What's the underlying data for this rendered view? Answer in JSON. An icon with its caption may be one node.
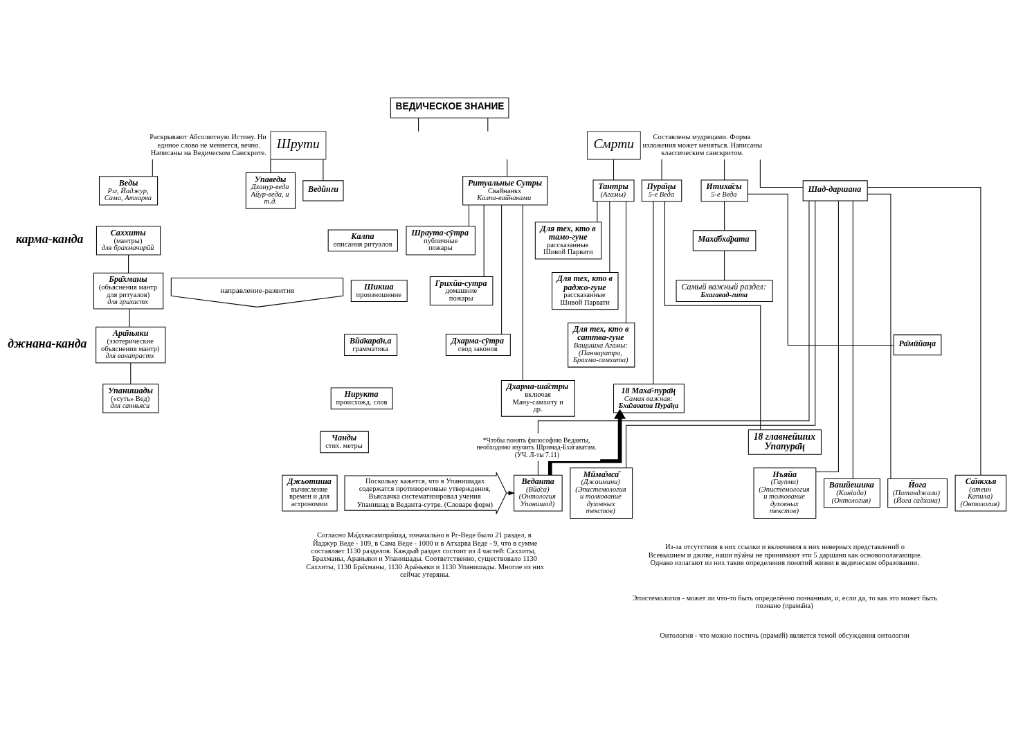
{
  "diagram": {
    "nodes": [
      {
        "text": [
          "ВЕДИЧЕСКОЕ ЗНАНИЕ"
        ]
      },
      {
        "text": [
          "Шрути"
        ],
        "beside": [
          "Раскрывают Абсолютную Истину. Ни единое слово не меняется, вечно. Написаны на Ведическом Санскрите."
        ]
      },
      {
        "text": [
          "Смрти"
        ],
        "beside": [
          "Составлены мудрецами. Форма изложения может меняться. Написаны классическим санскритом."
        ]
      },
      {
        "text": [
          "Веды",
          "Рıг, Йаджур, Сама, Атхарва"
        ]
      },
      {
        "text": [
          "Упаведы",
          "Дханур-веда Айур-веда, и т.д."
        ]
      },
      {
        "text": [
          "Ведйнги"
        ]
      },
      {
        "text": [
          "Ритуальные Сутры",
          "Свайнанкх",
          "Калпа-вай̄наками"
        ]
      },
      {
        "text": [
          "Тантры",
          "(Агамы)"
        ]
      },
      {
        "text": [
          "Пура̄ңы",
          "5-е Веда"
        ]
      },
      {
        "text": [
          "Итиха̄сы",
          "5-е Веда"
        ]
      },
      {
        "text": [
          "Шад-даршана"
        ]
      },
      {
        "text": [
          "Саххиты",
          "(мантры)",
          "для брахмачарӣй"
        ]
      },
      {
        "text": [
          "Бра̄хманы",
          "(объяснения мантр для ритуалов)",
          "для грихастх"
        ]
      },
      {
        "text": [
          "Ара̄ньяки",
          "(эзотерические объяснения мантр)",
          "для ванапрастх"
        ]
      },
      {
        "text": [
          "Упанишады",
          "(«суть» Вед)",
          "для санньяси"
        ]
      },
      {
        "text": [
          "направление-развития"
        ]
      },
      {
        "text": [
          "Калпа",
          "описания ритуалов"
        ]
      },
      {
        "text": [
          "Шикша",
          "произношение"
        ]
      },
      {
        "text": [
          "Вйа̄кара̄н,а",
          "грамматика"
        ]
      },
      {
        "text": [
          "Нирукта",
          "происхожд. слов"
        ]
      },
      {
        "text": [
          "Чанды",
          "стих. метры"
        ]
      },
      {
        "text": [
          "Джьотиша",
          "вычисление времен и для астрономии"
        ]
      },
      {
        "text": [
          "Шраута-сӯтра",
          "публичные пожары"
        ]
      },
      {
        "text": [
          "Грихйа-сутра",
          "домашние пожары"
        ]
      },
      {
        "text": [
          "Дхарма-сӯтра",
          "свод законов"
        ]
      },
      {
        "text": [
          "Дхарма-ша̄стры",
          "включая Ману-самхиту и др."
        ]
      },
      {
        "text": [
          "Для тех, кто в тамо-гуне",
          "рассказанные Шивой Парвати"
        ]
      },
      {
        "text": [
          "Для тех, кто в раджо-гуне",
          "рассказанные Шивой Парвати"
        ]
      },
      {
        "text": [
          "Для тех, кто в саттва-гуне",
          "Ващишха Агамы: (Панчаратра, Брахма-самхита)"
        ]
      },
      {
        "text": [
          "Маха̄бха̄рата"
        ]
      },
      {
        "text": [
          "Самый важный раздел:",
          "Бхагавад-гита"
        ]
      },
      {
        "text": [
          "Ра̄мӣйаңа"
        ]
      },
      {
        "text": [
          "18 Маха̄-пура̄ң",
          "Самая важная:",
          "Бха̄гавата Пура̄ңа"
        ]
      },
      {
        "text": [
          "18 главнейших Упапура̄ң"
        ]
      },
      {
        "text": [
          "Поскольку кажется, что в Упанишадах содержатся противоречивые утверждения, Вьясаачка систематизировал учения Упанишад в Веданта-сутре. (Словаре форм)"
        ]
      },
      {
        "text": [
          "Веданта",
          "(Вйа̄са)",
          "(Онтология Упанишад)"
        ]
      },
      {
        "text": [
          "Мӣма̄мса̄",
          "(Джаимини)",
          "(Эпистемология и толкование духовных текстов)"
        ]
      },
      {
        "text": [
          "Нъяйа",
          "(Гаупма)",
          "(Эпистемология и толкование духовных текстов)"
        ]
      },
      {
        "text": [
          "Вашйешика",
          "(Каніада)",
          "(Онтология)"
        ]
      },
      {
        "text": [
          "Йога",
          "(Патанджали)",
          "(Йога садхана)"
        ]
      },
      {
        "text": [
          "Са̄нкхья",
          "(атеин Капила)",
          "(Онтология)"
        ]
      }
    ],
    "edges": [
      {
        "from": 0,
        "to": 1,
        "arrow": "none"
      },
      {
        "from": 0,
        "to": 2,
        "arrow": "none"
      },
      {
        "from": 1,
        "to": 3,
        "arrow": "none"
      },
      {
        "from": 1,
        "to": 4,
        "arrow": "none"
      },
      {
        "from": 1,
        "to": 5,
        "arrow": "none"
      },
      {
        "from": 2,
        "to": 6,
        "arrow": "none"
      },
      {
        "from": 2,
        "to": 7,
        "arrow": "none"
      },
      {
        "from": 2,
        "to": 8,
        "arrow": "none"
      },
      {
        "from": 2,
        "to": 9,
        "arrow": "none"
      },
      {
        "from": 2,
        "to": 10,
        "arrow": "none"
      },
      {
        "from": 11,
        "to": 12,
        "arrow": "none"
      },
      {
        "from": 12,
        "to": 13,
        "arrow": "none"
      },
      {
        "from": 13,
        "to": 14,
        "arrow": "none"
      },
      {
        "from": 6,
        "to": 22,
        "arrow": "none"
      },
      {
        "from": 6,
        "to": 23,
        "arrow": "none"
      },
      {
        "from": 6,
        "to": 24,
        "arrow": "none"
      },
      {
        "from": 6,
        "to": 25,
        "arrow": "none"
      },
      {
        "from": 7,
        "to": 26,
        "arrow": "none"
      },
      {
        "from": 7,
        "to": 27,
        "arrow": "none"
      },
      {
        "from": 7,
        "to": 28,
        "arrow": "none"
      },
      {
        "from": 8,
        "to": 32,
        "arrow": "none"
      },
      {
        "from": 8,
        "to": 33,
        "arrow": "none"
      },
      {
        "from": 9,
        "to": 29,
        "arrow": "none"
      },
      {
        "from": 9,
        "to": 31,
        "arrow": "none"
      },
      {
        "from": 29,
        "to": 30,
        "arrow": "none"
      },
      {
        "from": 10,
        "to": 35,
        "arrow": "none"
      },
      {
        "from": 10,
        "to": 36,
        "arrow": "none"
      },
      {
        "from": 10,
        "to": 37,
        "arrow": "none"
      },
      {
        "from": 10,
        "to": 38,
        "arrow": "none"
      },
      {
        "from": 10,
        "to": 39,
        "arrow": "none"
      },
      {
        "from": 10,
        "to": 40,
        "arrow": "none"
      },
      {
        "from": 35,
        "to": 32,
        "arrow": "to",
        "style": "thick",
        "label": "*Чтобы понять философию Веданты, необходимо изучить Шримад-Бха̄гаватам. (УЧ. Л-ты 7.11)"
      },
      {
        "from": 34,
        "to": 35,
        "arrow": "to"
      }
    ],
    "labels": [
      "карма-канда",
      "джнана-канда",
      "Согласно Ма̄дхвасампра̄шад, изначально в Рг-Веде было 21 раздел, в Йаджур Веде - 109, в Сама Веде - 1000 и в Атхарва Веде - 9, что в сумме составляет 1130 разделов. Каждый раздел состоит из 4 частей: Саххиты, Брахманы, Араньяки и Упанишады. Соответственно, существовало 1130 Саххиты, 1130 Бра̄хманы, 1130 Ара̄ньяки и 1130 Упанишады. Многие из них сейчас утеряны.",
      "Из-за отсутствия в них ссылки и включения в них неверных представлений о Всевышнем и дживе, наши пӯа̄ны не принимают эти 5 даршани как основополагающие. Однако излагают из них такие определения понятий жизни в ведическом образовании.",
      "Эпистемология - может ли что-то быть определённо познанным, и, если да, то как это может быть познано (прама̄на)",
      "Онтология - что можно постичь (праме̄й) является темой обсуждения онтологии"
    ]
  }
}
